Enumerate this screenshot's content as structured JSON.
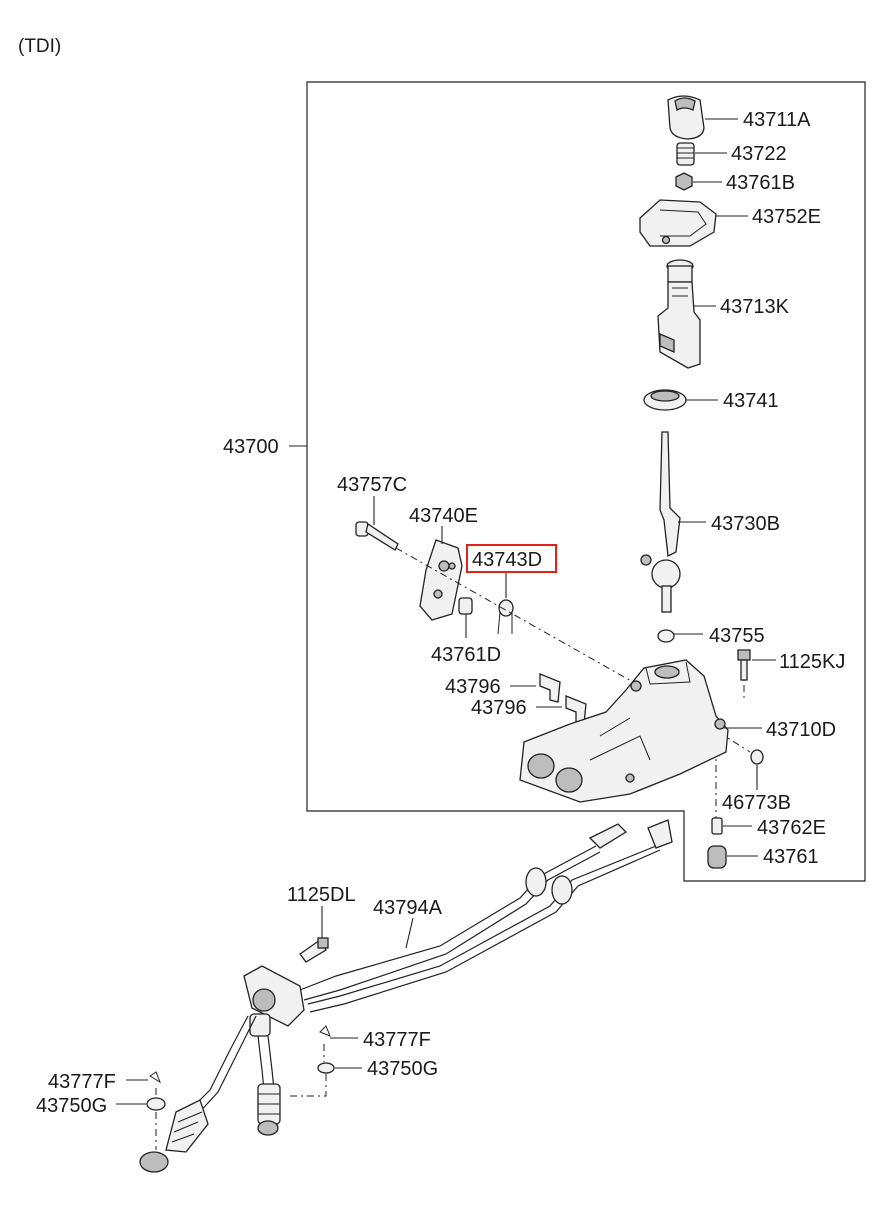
{
  "variant_label": "(TDI)",
  "highlighted_part": "43743D",
  "parts": {
    "p43711A": "43711A",
    "p43722": "43722",
    "p43761B": "43761B",
    "p43752E": "43752E",
    "p43713K": "43713K",
    "p43741": "43741",
    "p43700": "43700",
    "p43757C": "43757C",
    "p43740E": "43740E",
    "p43743D": "43743D",
    "p43730B": "43730B",
    "p43761D": "43761D",
    "p43755": "43755",
    "p1125KJ": "1125KJ",
    "p43796a": "43796",
    "p43796b": "43796",
    "p43710D": "43710D",
    "p46773B": "46773B",
    "p43762E": "43762E",
    "p43761": "43761",
    "p1125DL": "1125DL",
    "p43794A": "43794A",
    "p43777Fa": "43777F",
    "p43750Ga": "43750G",
    "p43777Fb": "43777F",
    "p43750Gb": "43750G"
  }
}
